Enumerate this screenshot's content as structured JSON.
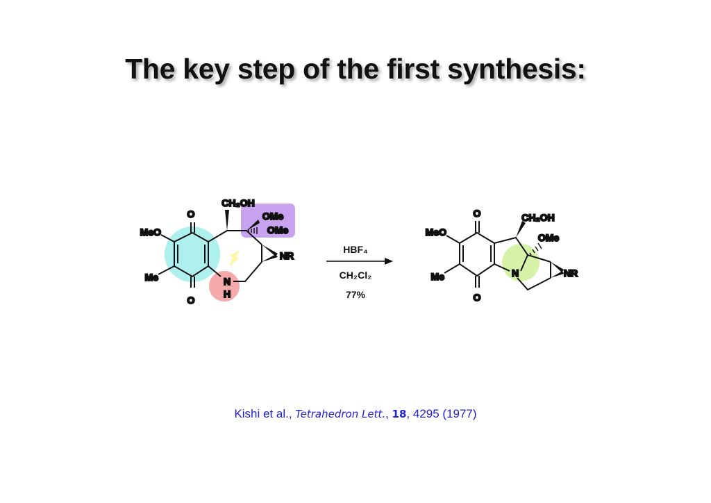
{
  "title": "The key step of the first synthesis:",
  "starting_material": {
    "labels": {
      "o_top": "O",
      "o_bottom": "O",
      "meo": "MeO",
      "me": "Me",
      "ch2oh": "CH₂OH",
      "ome1": "OMe",
      "ome2": "OMe",
      "nr": "NR",
      "n": "N",
      "h": "H"
    },
    "highlight_colors": {
      "quinone": "#aef0ee",
      "nh": "#f4aaaa",
      "ketal": "#c8a4f0",
      "arrow": "#fdf6a8"
    }
  },
  "reaction": {
    "reagent": "HBF₄",
    "solvent": "CH₂Cl₂",
    "yield": "77%"
  },
  "product": {
    "labels": {
      "o_top": "O",
      "o_bottom": "O",
      "meo": "MeO",
      "me": "Me",
      "ch2oh": "CH₂OH",
      "ome": "OMe",
      "nr": "NR",
      "n": "N"
    },
    "highlight_colors": {
      "new_bond": "#d6f2a8"
    }
  },
  "citation": {
    "authors": "Kishi et al., ",
    "journal": "Tetrahedron Lett.",
    "sep1": ", ",
    "volume": "18",
    "rest": ", 4295 (1977)"
  }
}
